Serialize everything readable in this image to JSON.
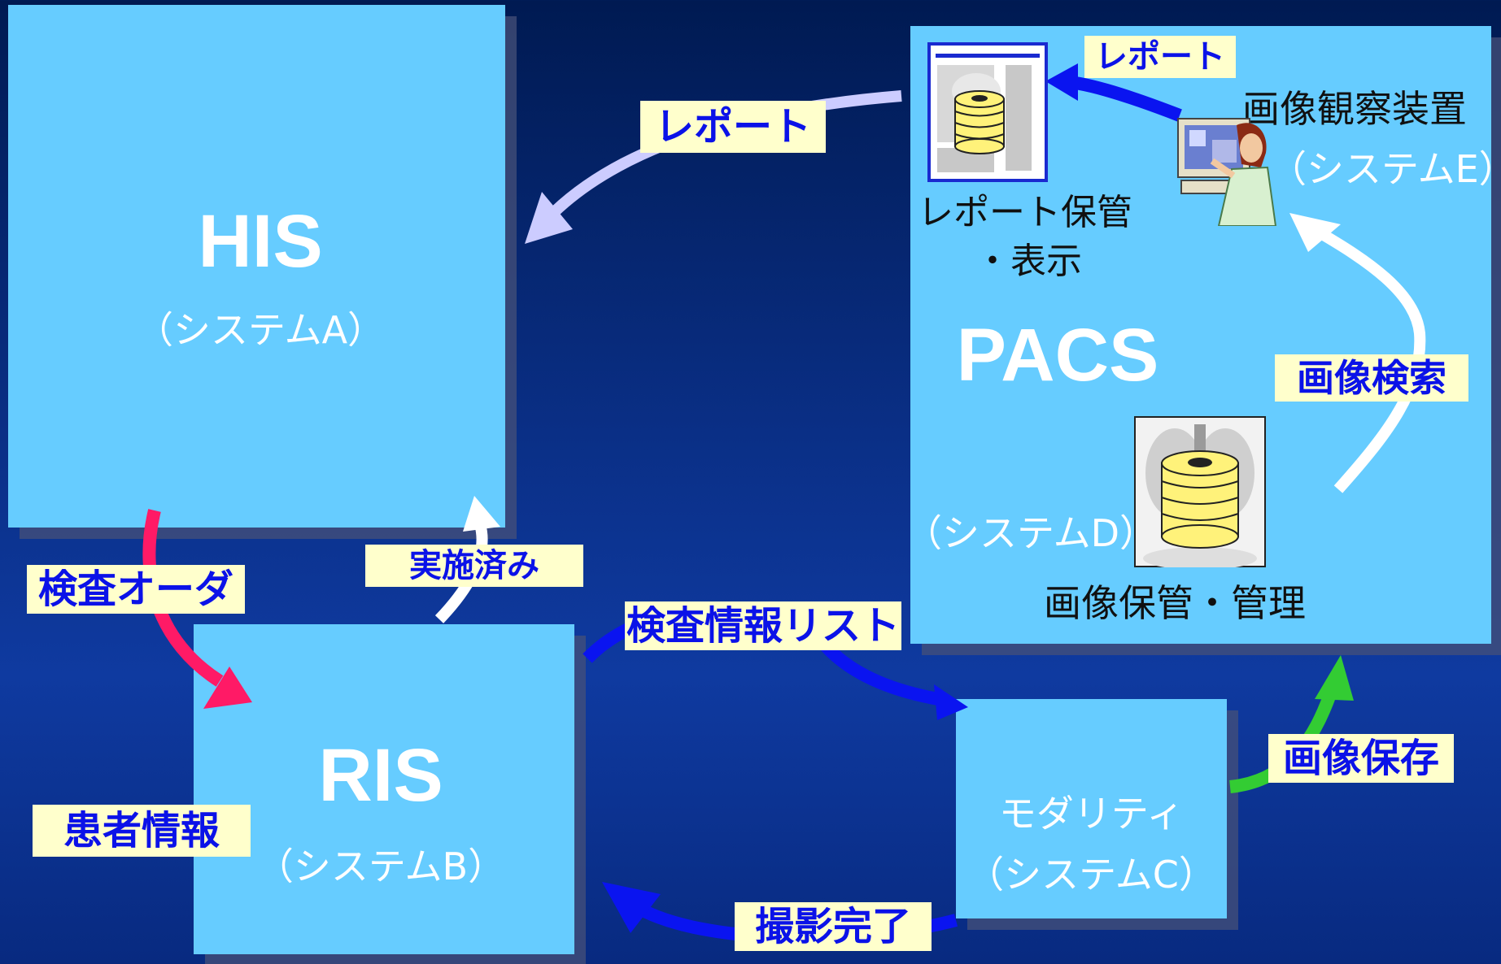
{
  "his": {
    "title": "HIS",
    "system": "（システムA）"
  },
  "ris": {
    "title": "RIS",
    "system": "（システムB）"
  },
  "modality": {
    "title": "モダリティ",
    "system": "（システムC）"
  },
  "pacs": {
    "title": "PACS",
    "system_d": "（システムD）",
    "storage_label": "画像保管・管理",
    "viewer_label": "画像観察装置",
    "viewer_system": "（システムE）",
    "report_store_line1": "レポート保管",
    "report_store_line2": "・表示"
  },
  "labels": {
    "report_top": "レポート",
    "report_left": "レポート",
    "exam_order": "検査オーダ",
    "done": "実施済み",
    "exam_list": "検査情報リスト",
    "patient_info": "患者情報",
    "image_save": "画像保存",
    "image_search": "画像検索",
    "shot_done": "撮影完了"
  },
  "colors": {
    "box": "#66ccff",
    "label_bg": "#ffffcc",
    "label_text": "#0b12e8",
    "order_arrow": "#ff1a66",
    "report_arrow": "#ccccff",
    "flow_arrow": "#0a14f0",
    "save_arrow": "#33cc33"
  },
  "icons": [
    "disk-stack-icon",
    "report-display-icon",
    "doctor-workstation-icon"
  ]
}
